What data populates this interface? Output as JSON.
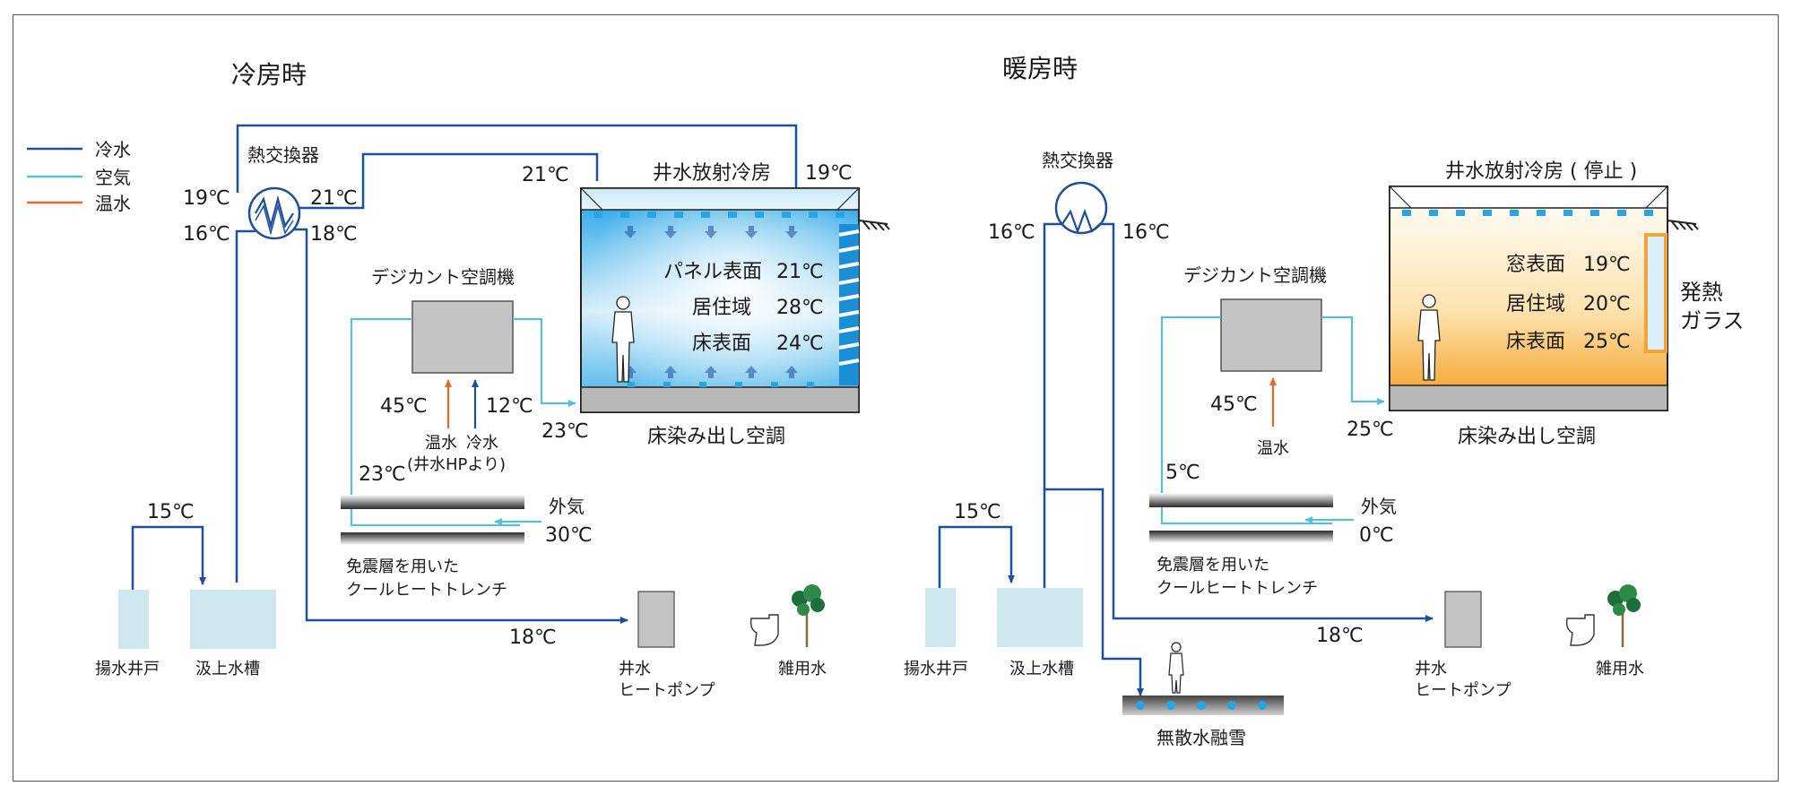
{
  "colors": {
    "cold_water": "#1f4e9a",
    "air": "#5bbcd8",
    "warm_water": "#e8682a",
    "tank": "#cfe8ef",
    "unit_gray": "#c4c4c4"
  },
  "legend": {
    "cold_water": "冷水",
    "air": "空気",
    "warm_water": "温水"
  },
  "cooling": {
    "title": "冷房時",
    "heat_exchanger": "熱交換器",
    "hx_temp_in_top": "19℃",
    "hx_temp_out_top": "21℃",
    "hx_temp_in_bottom": "16℃",
    "hx_temp_out_bottom": "18℃",
    "pipe_temp_room": "21℃",
    "room_title": "井水放射冷房",
    "room_return_temp": "19℃",
    "panel_label": "パネル表面",
    "panel_temp": "21℃",
    "zone_label": "居住域",
    "zone_temp": "28℃",
    "floor_label": "床表面",
    "floor_temp": "24℃",
    "room_caption": "床染み出し空調",
    "desiccant": "デジカント空調機",
    "warm_temp": "45℃",
    "cold_temp": "12℃",
    "warm_label": "温水",
    "cold_label": "冷水",
    "source_note": "(井水HPより)",
    "supply_air_temp": "23℃",
    "trench_out_temp": "23℃",
    "outside_label": "外気",
    "outside_temp": "30℃",
    "trench_line1": "免震層を用いた",
    "trench_line2": "クールヒートトレンチ",
    "well_temp": "15℃",
    "well": "揚水井戸",
    "tank": "汲上水槽",
    "hp_temp": "18℃",
    "hp_line1": "井水",
    "hp_line2": "ヒートポンプ",
    "misc_water": "雑用水"
  },
  "heating": {
    "title": "暖房時",
    "heat_exchanger": "熱交換器",
    "hx_temp_left": "16℃",
    "hx_temp_right": "16℃",
    "room_title": "井水放射冷房 ( 停止 )",
    "window_label": "窓表面",
    "window_temp": "19℃",
    "zone_label": "居住域",
    "zone_temp": "20℃",
    "floor_label": "床表面",
    "floor_temp": "25℃",
    "glass_line1": "発熱",
    "glass_line2": "ガラス",
    "room_caption": "床染み出し空調",
    "desiccant": "デジカント空調機",
    "warm_temp": "45℃",
    "warm_label": "温水",
    "supply_air_temp": "25℃",
    "trench_out_temp": "5℃",
    "outside_label": "外気",
    "outside_temp": "0℃",
    "trench_line1": "免震層を用いた",
    "trench_line2": "クールヒートトレンチ",
    "well_temp": "15℃",
    "well": "揚水井戸",
    "tank": "汲上水槽",
    "hp_temp": "18℃",
    "hp_line1": "井水",
    "hp_line2": "ヒートポンプ",
    "misc_water": "雑用水",
    "snow_melt": "無散水融雪"
  }
}
